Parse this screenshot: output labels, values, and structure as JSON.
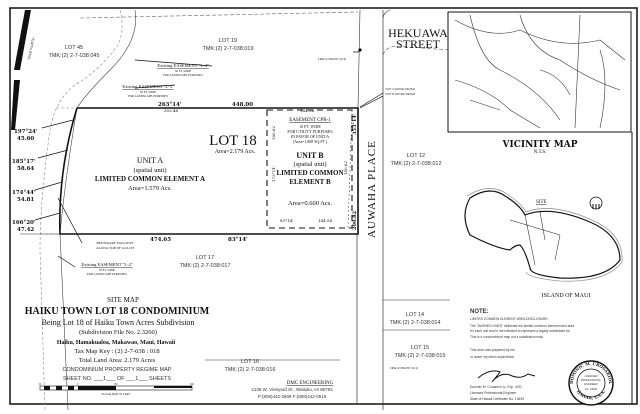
{
  "lots": {
    "lot45": {
      "label": "LOT 45",
      "tmk": "TMK:(2) 2-7-038:045"
    },
    "lot19": {
      "label": "LOT 19",
      "tmk": "TMK:(2) 2-7-038:019"
    },
    "lot17": {
      "label": "LOT 17",
      "tmk": "TMK:(2) 2-7-038:017"
    },
    "lot16": {
      "label": "LOT 16",
      "tmk": "TMK:(2) 2-7-038:016"
    },
    "lot12": {
      "label": "LOT 12",
      "tmk": "TMK:(2) 2-7-038:012"
    },
    "lot14": {
      "label": "LOT 14",
      "tmk": "TMK:(2) 2-7-038:014"
    },
    "lot15": {
      "label": "LOT 15",
      "tmk": "TMK:(2) 2-7-038:015"
    }
  },
  "easements": {
    "l4": {
      "title": "Existing EASEMENT \"L-4\"",
      "width": "30 FT. WIDE",
      "purpose": "FOR LANDSCAPE PURPOSES"
    },
    "l3": {
      "title": "Existing EASEMENT \"L-3\"",
      "width": "30 FT. WIDE",
      "purpose": "FOR LANDSCAPE PURPOSES"
    },
    "l2": {
      "title": "Existing EASEMENT \"L-2\"",
      "width": "30 FT. WIDE",
      "purpose": "FOR LANDSCAPE PURPOSES"
    },
    "cpr1": {
      "title": "EASEMENT CPR-1",
      "l1": "10 FT. WIDE",
      "l2": "FOR UTILITY PURPOSES",
      "l3": "IN FAVOR OF UNIT A",
      "l4": "(Area=1,808 SQ.FT.)"
    }
  },
  "lot18": {
    "label": "LOT 18",
    "area": "Area=2.179 Acs."
  },
  "unit_a": {
    "title": "UNIT A",
    "sub": "(spatial unit)",
    "lce": "LIMITED COMMON ELEMENT A",
    "area": "Area=1.579 Acs."
  },
  "unit_b": {
    "title": "UNIT B",
    "sub": "(spatial unit)",
    "lce1": "LIMITED COMMON",
    "lce2": "ELEMENT B",
    "area": "Area=0.600 Acs."
  },
  "bearings": {
    "top_bearing": "263°14'",
    "top_sub": "303.46",
    "top_dist": "448.00",
    "bottom_dist": "474.65",
    "bottom_bearing": "83°14'",
    "east_bearing": "353°14'",
    "east_dist": "200.82",
    "b_top": "144.54",
    "b_bottom_bearing": "83°14'",
    "b_bottom": "144.54",
    "b_left": "180.82",
    "b_left_bearing": "173°14'",
    "b_right": "180.82",
    "w1_b": "197°24'",
    "w1_d": "45.60",
    "w2_b": "185°17'",
    "w2_d": "58.64",
    "w3_b": "174°44'",
    "w3_d": "54.81",
    "w4_b": "166°20'",
    "w4_d": "47.42"
  },
  "annotations": {
    "gulch1": "BOUNDARY FOLLOWS",
    "gulch2": "ALONG TOP OF GULCH",
    "hydrant_top": "FIRE HYDRANT (M-3)",
    "hydrant_bottom": "FIRE HYDRANT (M-1)",
    "meter_a": "UNIT A WATER METER",
    "meter_b": "UNIT B WATER METER",
    "north": "TRUE NORTH"
  },
  "streets": {
    "hekuawa1": "HEKUAWA",
    "hekuawa2": "STREET",
    "auwaha": "AUWAHA PLACE"
  },
  "vicinity": {
    "title": "VICINITY MAP",
    "nts": "N.T.S.",
    "site": "SITE",
    "island": "ISLAND OF MAUI"
  },
  "title_block": {
    "site_map": "SITE MAP",
    "project": "HAIKU TOWN LOT 18 CONDOMINIUM",
    "being": "Being Lot 18 of Haiku Town Acres Subdivision",
    "subdivision": "(Subdivision File No. 2.3260)",
    "location": "Haiku, Hamakualoa, Makawao, Maui, Hawaii",
    "tmk": "Tax Map Key : (2) 2-7-038 : 018",
    "total_area": "Total Land Area: 2.179 Acres",
    "regime": "CONDOMINIUM PROPERTY REGIME MAP",
    "sheet": "SHEET NO. ___1___ OF ___1___ SHEETS",
    "scale_label": "SCALE BAR IN FEET",
    "scale_ticks": [
      "40",
      "0",
      "80",
      "160"
    ]
  },
  "engineer": {
    "firm": "DMC ENGINEERING",
    "address": "2138 W. Vineyard St., Wailuku, HI 96793",
    "phone": "P:(808)442-2508 F:(808)442-0519"
  },
  "note": {
    "heading": "NOTE:",
    "l1": "LIMITED COMMON ELEMENT AREA DISCLOSURE:",
    "l2": "The \"DASHED LINES\" delineate the limited common element land area",
    "l3": "for each unit and is not intended to represent a legally subdivided lot.",
    "l4": "This is a condominium map not a subdivision map.",
    "p1": "This work was prepared by me",
    "p2": "or under my direct supervision.",
    "s1": "Dominic M. Crosariol Lic. Exp. 4/20",
    "s2": "Licensed Professional Engineer",
    "s3": "State of Hawaii Certificate No. 13639"
  },
  "seal": {
    "name": "DOMINIC M. CROSARIOL",
    "state": "HAWAII, U.S.A.",
    "l1": "LICENSED",
    "l2": "PROFESSIONAL",
    "l3": "ENGINEER",
    "l4": "No. 13639"
  }
}
